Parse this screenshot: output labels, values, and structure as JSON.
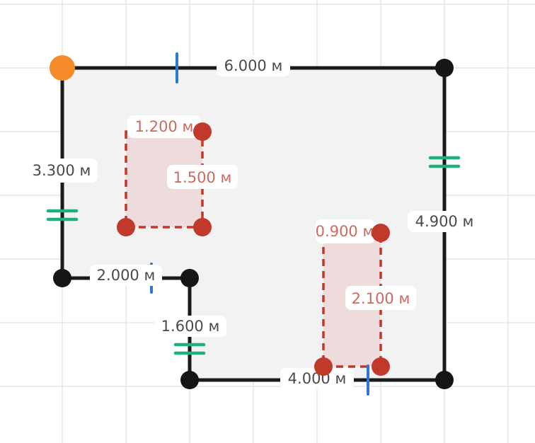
{
  "colors": {
    "wall": "#1a1a1a",
    "opening": "#c0392b",
    "start_node": "#f58a2a",
    "tick_parallel": "#2f77d0",
    "tick_equal": "#1fb07a",
    "label_dark": "#4a4a4a",
    "label_red": "#cc6a5d"
  },
  "walls": [
    {
      "id": "top",
      "length_label": "6.000 м"
    },
    {
      "id": "right",
      "length_label": "4.900 м"
    },
    {
      "id": "bottom",
      "length_label": "4.000 м"
    },
    {
      "id": "inner-vertical",
      "length_label": "1.600 м"
    },
    {
      "id": "inner-horizontal",
      "length_label": "2.000 м"
    },
    {
      "id": "left",
      "length_label": "3.300 м"
    }
  ],
  "openings": [
    {
      "id": "opening-1",
      "width_label": "1.200 м",
      "height_label": "1.500 м"
    },
    {
      "id": "opening-2",
      "width_label": "0.900 м",
      "height_label": "2.100 м"
    }
  ]
}
